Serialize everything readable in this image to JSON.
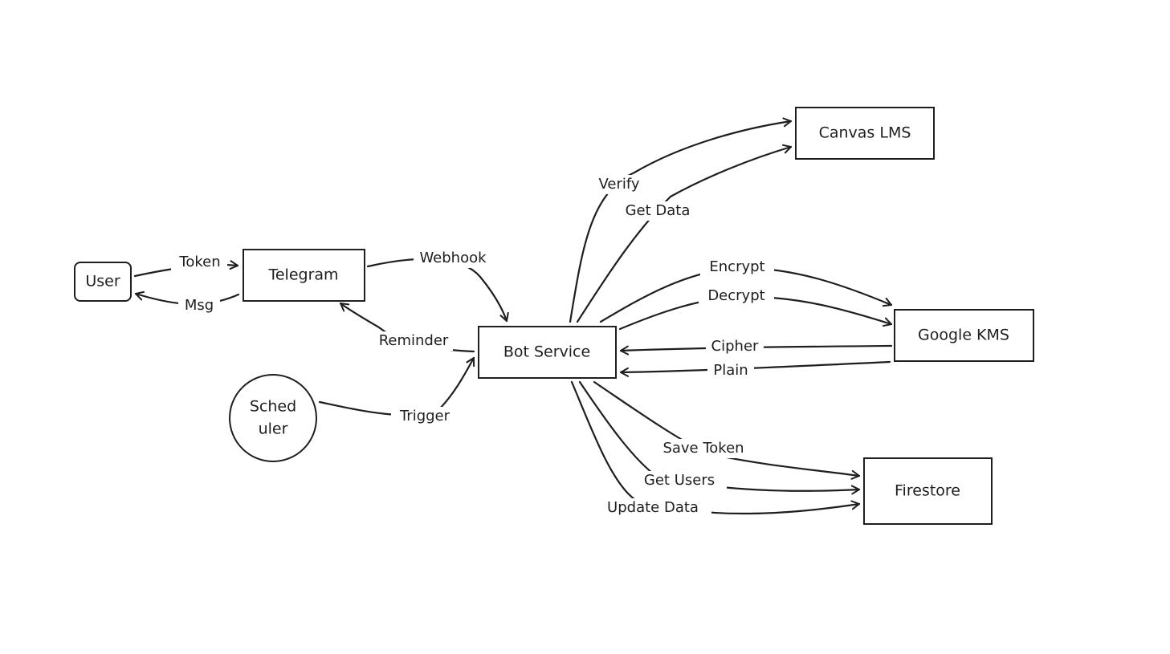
{
  "diagram": {
    "nodes": {
      "user": {
        "label": "User"
      },
      "telegram": {
        "label": "Telegram"
      },
      "bot_service": {
        "label": "Bot Service"
      },
      "scheduler": {
        "line1": "Sched",
        "line2": "uler"
      },
      "canvas_lms": {
        "label": "Canvas LMS"
      },
      "google_kms": {
        "label": "Google KMS"
      },
      "firestore": {
        "label": "Firestore"
      }
    },
    "edges": {
      "token": {
        "label": "Token",
        "from": "User",
        "to": "Telegram"
      },
      "msg": {
        "label": "Msg",
        "from": "Telegram",
        "to": "User"
      },
      "webhook": {
        "label": "Webhook",
        "from": "Telegram",
        "to": "Bot Service"
      },
      "reminder": {
        "label": "Reminder",
        "from": "Bot Service",
        "to": "Telegram"
      },
      "trigger": {
        "label": "Trigger",
        "from": "Scheduler",
        "to": "Bot Service"
      },
      "verify": {
        "label": "Verify",
        "from": "Bot Service",
        "to": "Canvas LMS"
      },
      "get_data": {
        "label": "Get Data",
        "from": "Bot Service",
        "to": "Canvas LMS"
      },
      "encrypt": {
        "label": "Encrypt",
        "from": "Bot Service",
        "to": "Google KMS"
      },
      "decrypt": {
        "label": "Decrypt",
        "from": "Bot Service",
        "to": "Google KMS"
      },
      "cipher": {
        "label": "Cipher",
        "from": "Google KMS",
        "to": "Bot Service"
      },
      "plain": {
        "label": "Plain",
        "from": "Google KMS",
        "to": "Bot Service"
      },
      "save_token": {
        "label": "Save Token",
        "from": "Bot Service",
        "to": "Firestore"
      },
      "get_users": {
        "label": "Get Users",
        "from": "Bot Service",
        "to": "Firestore"
      },
      "update_data": {
        "label": "Update Data",
        "from": "Bot Service",
        "to": "Firestore"
      }
    }
  }
}
